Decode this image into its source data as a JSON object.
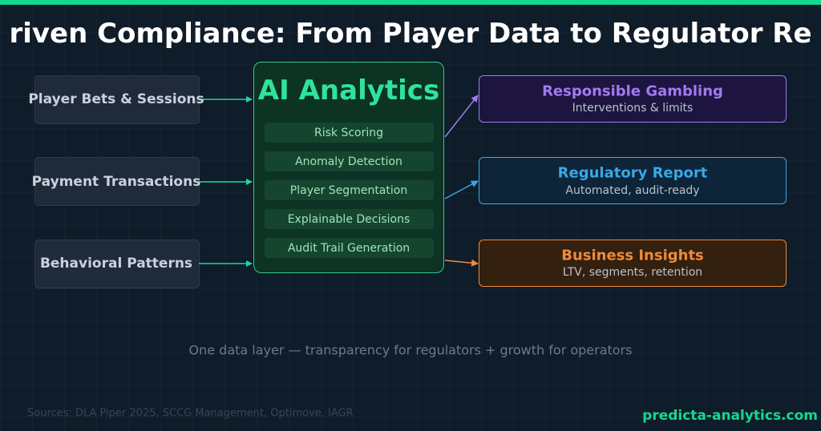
{
  "title": "riven Compliance: From Player Data to Regulator Re",
  "inputs": [
    {
      "label": "Player Bets & Sessions"
    },
    {
      "label": "Payment Transactions"
    },
    {
      "label": "Behavioral Patterns"
    }
  ],
  "core": {
    "title": "AI Analytics",
    "features": [
      "Risk Scoring",
      "Anomaly Detection",
      "Player Segmentation",
      "Explainable Decisions",
      "Audit Trail Generation"
    ]
  },
  "outputs": [
    {
      "title": "Responsible Gambling",
      "subtitle": "Interventions & limits",
      "accent": "#a27af0",
      "fill": "#1d1540"
    },
    {
      "title": "Regulatory Report",
      "subtitle": "Automated, audit-ready",
      "accent": "#3aa8e6",
      "fill": "#0e2438"
    },
    {
      "title": "Business Insights",
      "subtitle": "LTV, segments, retention",
      "accent": "#f08a3a",
      "fill": "#33200f"
    }
  ],
  "colors": {
    "accent": "#14d98f",
    "input_arrow": "#1fd6a0"
  },
  "tagline": "One data layer — transparency for regulators + growth for operators",
  "footer": {
    "sources": "Sources: DLA Piper 2025, SCCG Management, Optimove, IAGR",
    "brand": "predicta-analytics.com"
  }
}
